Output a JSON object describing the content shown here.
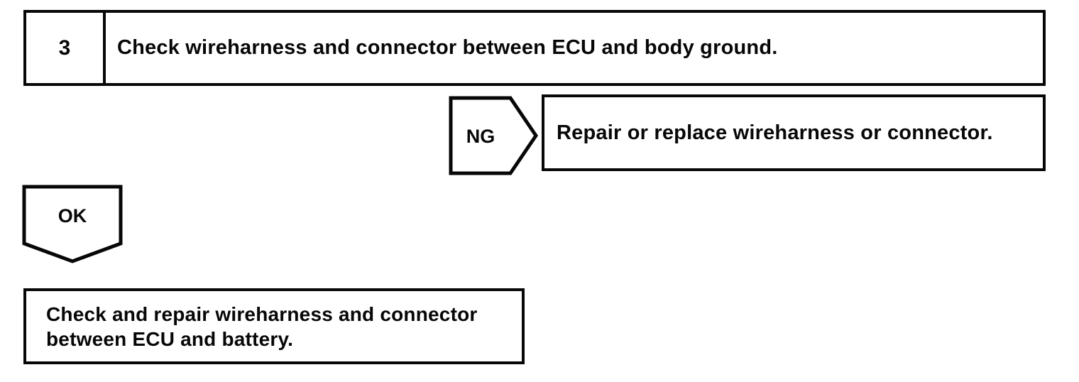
{
  "page": {
    "background": "#ffffff",
    "line_color": "#070707"
  },
  "flowchart": {
    "step": {
      "number": "3",
      "instruction": "Check wireharness and connector between ECU and body ground."
    },
    "ng_branch": {
      "label": "NG",
      "action": "Repair or replace wireharness or connector."
    },
    "ok_branch": {
      "label": "OK",
      "action_line1": "Check and repair wireharness and connector",
      "action_line2": "between ECU and battery."
    }
  }
}
